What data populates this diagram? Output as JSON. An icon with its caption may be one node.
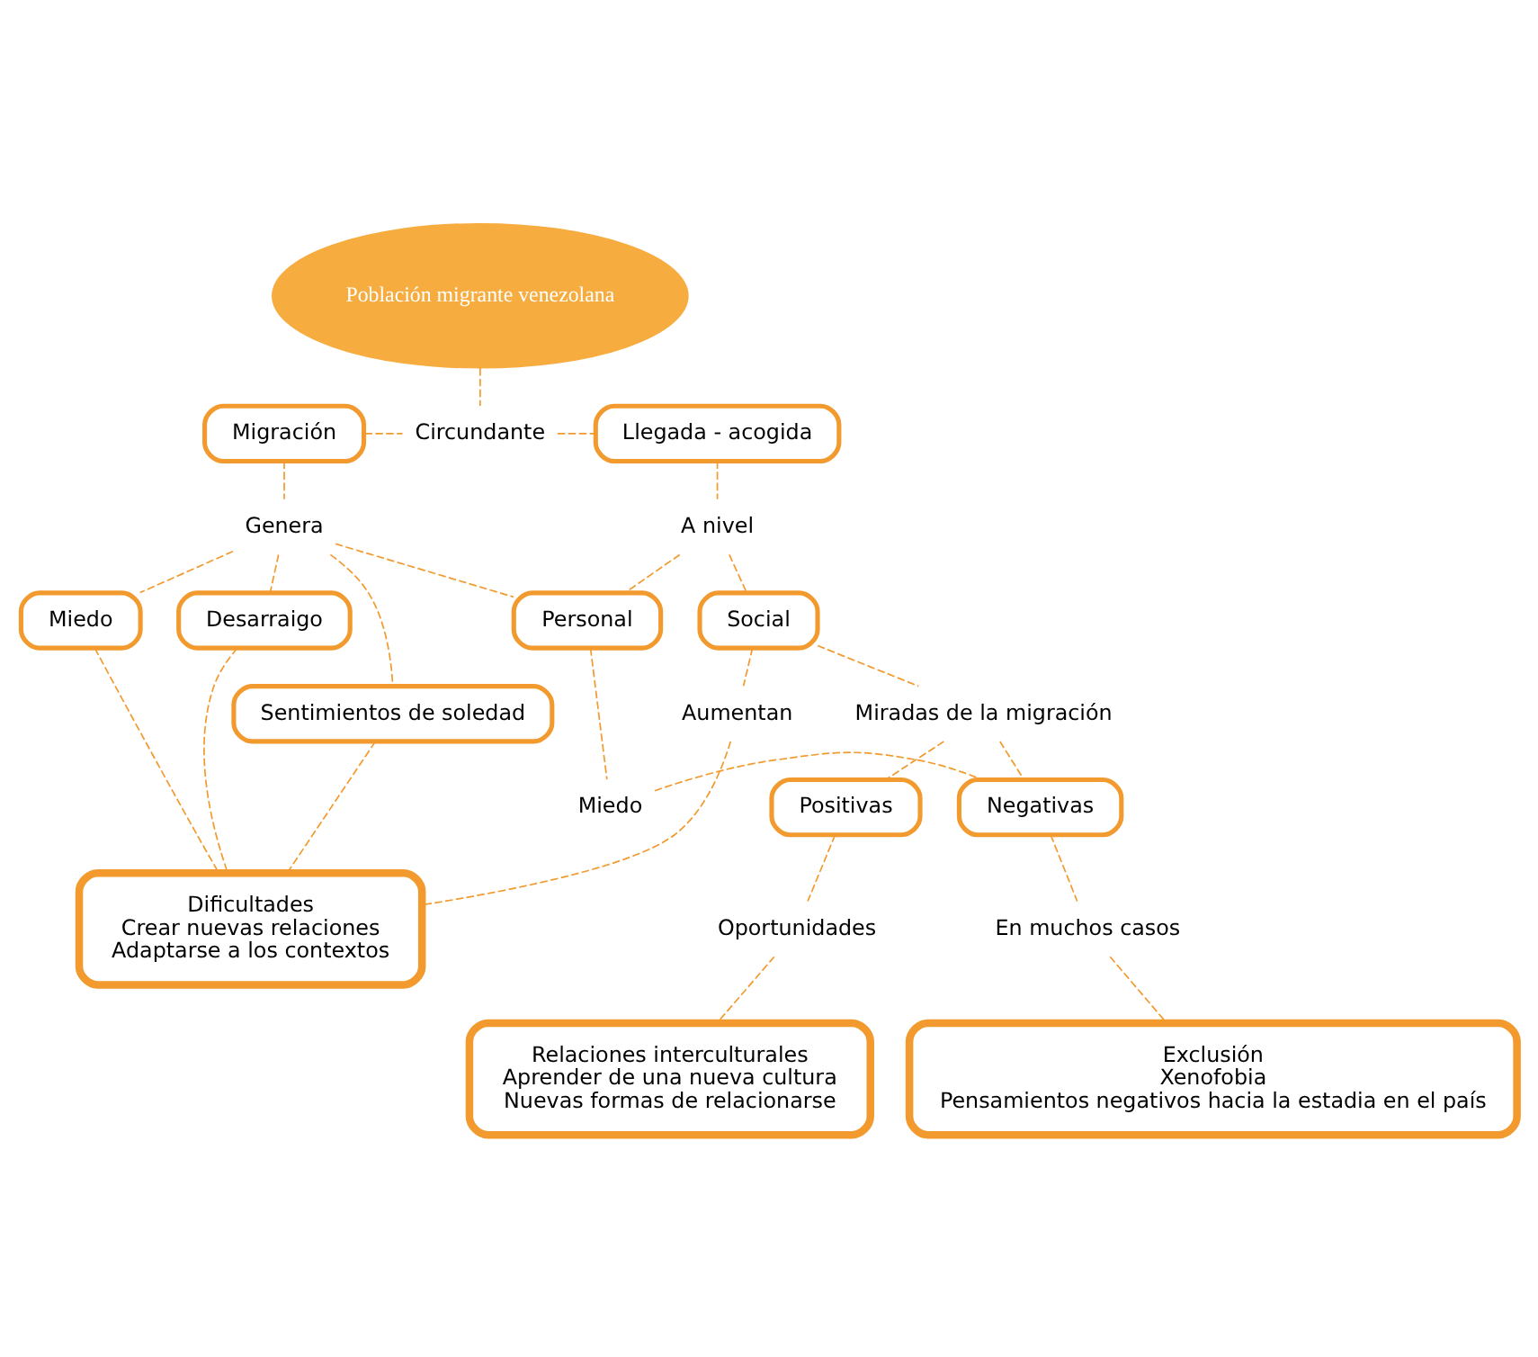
{
  "diagram": {
    "nodes": [
      {
        "text": [
          "Población migrante venezolana"
        ]
      },
      {
        "text": [
          "Migración"
        ]
      },
      {
        "text": [
          "Circundante"
        ]
      },
      {
        "text": [
          "Llegada - acogida"
        ]
      },
      {
        "text": [
          "Genera"
        ]
      },
      {
        "text": [
          "A nivel"
        ]
      },
      {
        "text": [
          "Miedo"
        ]
      },
      {
        "text": [
          "Desarraigo"
        ]
      },
      {
        "text": [
          "Personal"
        ]
      },
      {
        "text": [
          "Social"
        ]
      },
      {
        "text": [
          "Sentimientos de soledad"
        ]
      },
      {
        "text": [
          "Aumentan"
        ]
      },
      {
        "text": [
          "Miradas de la migración"
        ]
      },
      {
        "text": [
          "Positivas"
        ]
      },
      {
        "text": [
          "Miedo"
        ]
      },
      {
        "text": [
          "Negativas"
        ]
      },
      {
        "text": [
          "Dificultades",
          "Crear nuevas relaciones",
          "Adaptarse a los contextos"
        ]
      },
      {
        "text": [
          "Oportunidades"
        ]
      },
      {
        "text": [
          "En muchos casos"
        ]
      },
      {
        "text": [
          "Relaciones interculturales",
          "Aprender de una nueva cultura",
          "Nuevas formas de relacionarse"
        ]
      },
      {
        "text": [
          "Exclusión",
          "Xenofobia",
          "Pensamientos negativos hacia la estadia en el país"
        ]
      }
    ],
    "edges": [
      {
        "from": 0,
        "to": 2,
        "arrow": "none",
        "style": "dashed"
      },
      {
        "from": 1,
        "to": 2,
        "arrow": "none",
        "style": "dashed"
      },
      {
        "from": 2,
        "to": 3,
        "arrow": "none",
        "style": "dashed"
      },
      {
        "from": 1,
        "to": 4,
        "arrow": "none",
        "style": "dashed"
      },
      {
        "from": 3,
        "to": 5,
        "arrow": "none",
        "style": "dashed"
      },
      {
        "from": 4,
        "to": 6,
        "arrow": "none",
        "style": "dashed"
      },
      {
        "from": 4,
        "to": 10,
        "arrow": "none",
        "style": "dashed"
      },
      {
        "from": 4,
        "to": 7,
        "arrow": "none",
        "style": "dashed"
      },
      {
        "from": 4,
        "to": 8,
        "arrow": "none",
        "style": "dashed"
      },
      {
        "from": 5,
        "to": 8,
        "arrow": "none",
        "style": "dashed"
      },
      {
        "from": 5,
        "to": 9,
        "arrow": "none",
        "style": "dashed"
      },
      {
        "from": 6,
        "to": 16,
        "arrow": "none",
        "style": "dashed"
      },
      {
        "from": 10,
        "to": 16,
        "arrow": "none",
        "style": "dashed"
      },
      {
        "from": 7,
        "to": 16,
        "arrow": "none",
        "style": "dashed"
      },
      {
        "from": 9,
        "to": 11,
        "arrow": "none",
        "style": "dashed"
      },
      {
        "from": 11,
        "to": 16,
        "arrow": "none",
        "style": "dashed"
      },
      {
        "from": 9,
        "to": 12,
        "arrow": "none",
        "style": "dashed"
      },
      {
        "from": 8,
        "to": 14,
        "arrow": "none",
        "style": "dashed"
      },
      {
        "from": 12,
        "to": 13,
        "arrow": "none",
        "style": "dashed"
      },
      {
        "from": 12,
        "to": 15,
        "arrow": "none",
        "style": "dashed"
      },
      {
        "from": 14,
        "to": 15,
        "arrow": "none",
        "style": "dashed"
      },
      {
        "from": 13,
        "to": 17,
        "arrow": "none",
        "style": "dashed"
      },
      {
        "from": 17,
        "to": 19,
        "arrow": "none",
        "style": "dashed"
      },
      {
        "from": 15,
        "to": 18,
        "arrow": "none",
        "style": "dashed"
      },
      {
        "from": 18,
        "to": 20,
        "arrow": "none",
        "style": "dashed"
      }
    ]
  }
}
